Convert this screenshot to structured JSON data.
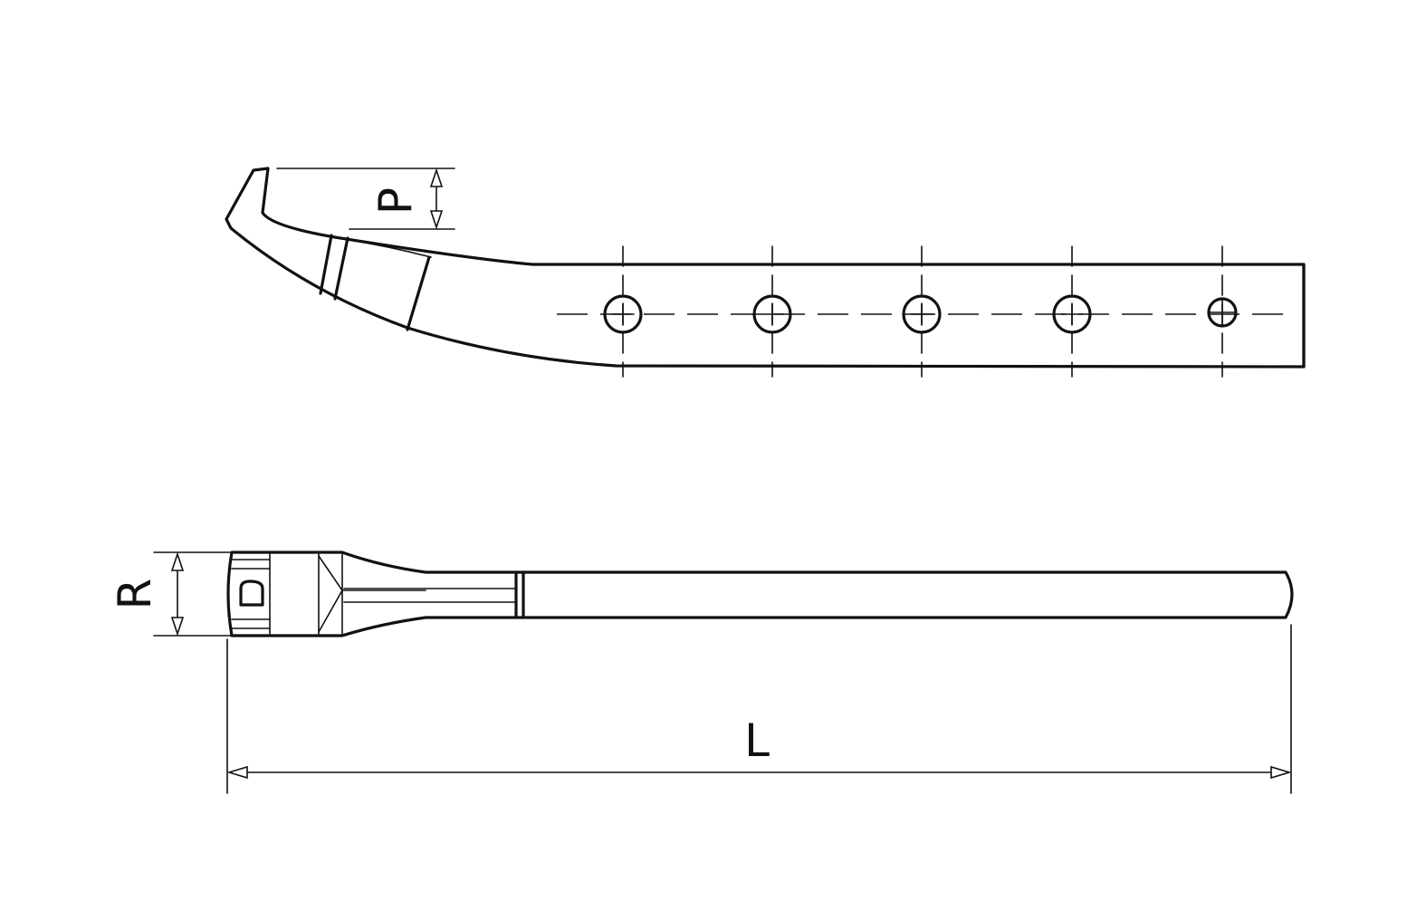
{
  "diagram": {
    "labels": {
      "p": "P",
      "r": "R",
      "l": "L"
    },
    "line_color": "#111111",
    "background_color": "#ffffff",
    "hole_count": 5
  }
}
